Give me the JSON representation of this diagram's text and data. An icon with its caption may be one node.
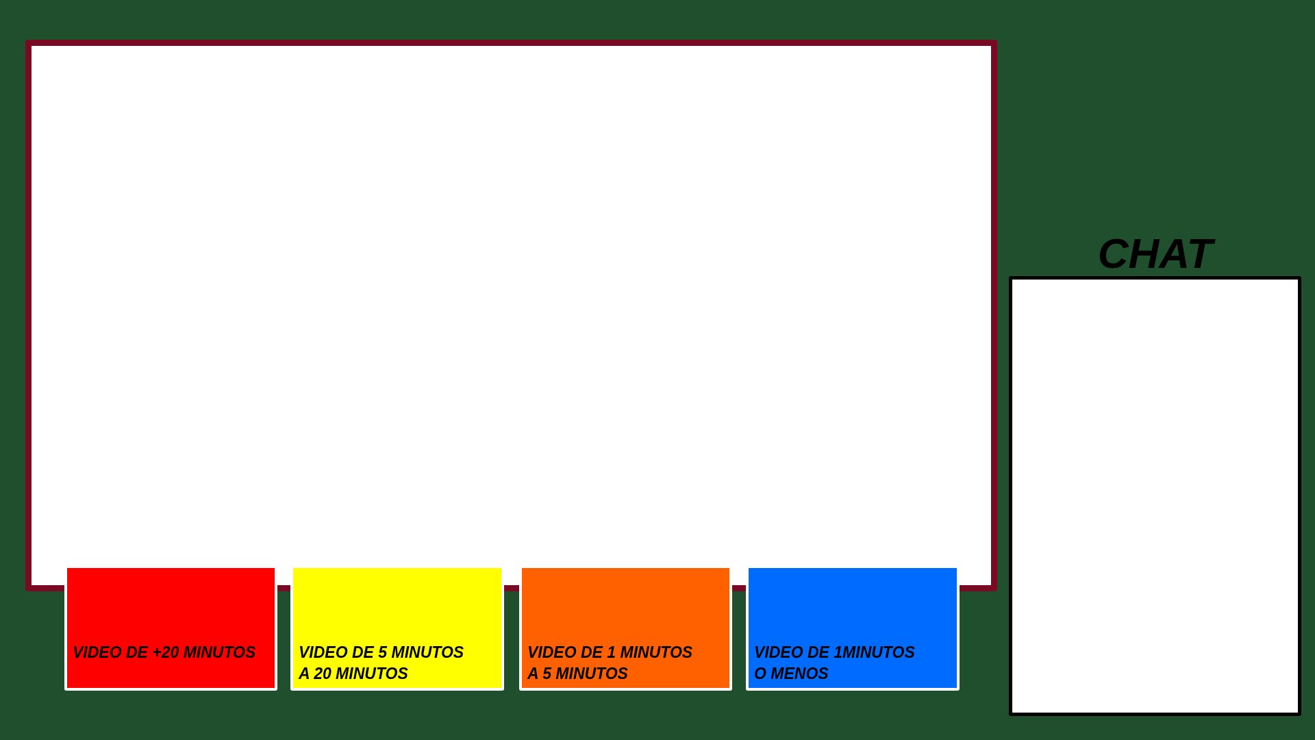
{
  "diagram": {
    "nodes": [
      {
        "text": [],
        "shape": "box"
      },
      {
        "text": [
          "VIDEO DE +20 MINUTOS"
        ]
      },
      {
        "text": [
          "VIDEO DE 5 MINUTOS A 20 MINUTOS"
        ]
      },
      {
        "text": [
          "VIDEO DE 1 MINUTOS A 5 MINUTOS"
        ]
      },
      {
        "text": [
          "VIDEO DE 1MINUTOS O MENOS"
        ]
      },
      {
        "text": [
          "CHAT"
        ]
      }
    ]
  }
}
